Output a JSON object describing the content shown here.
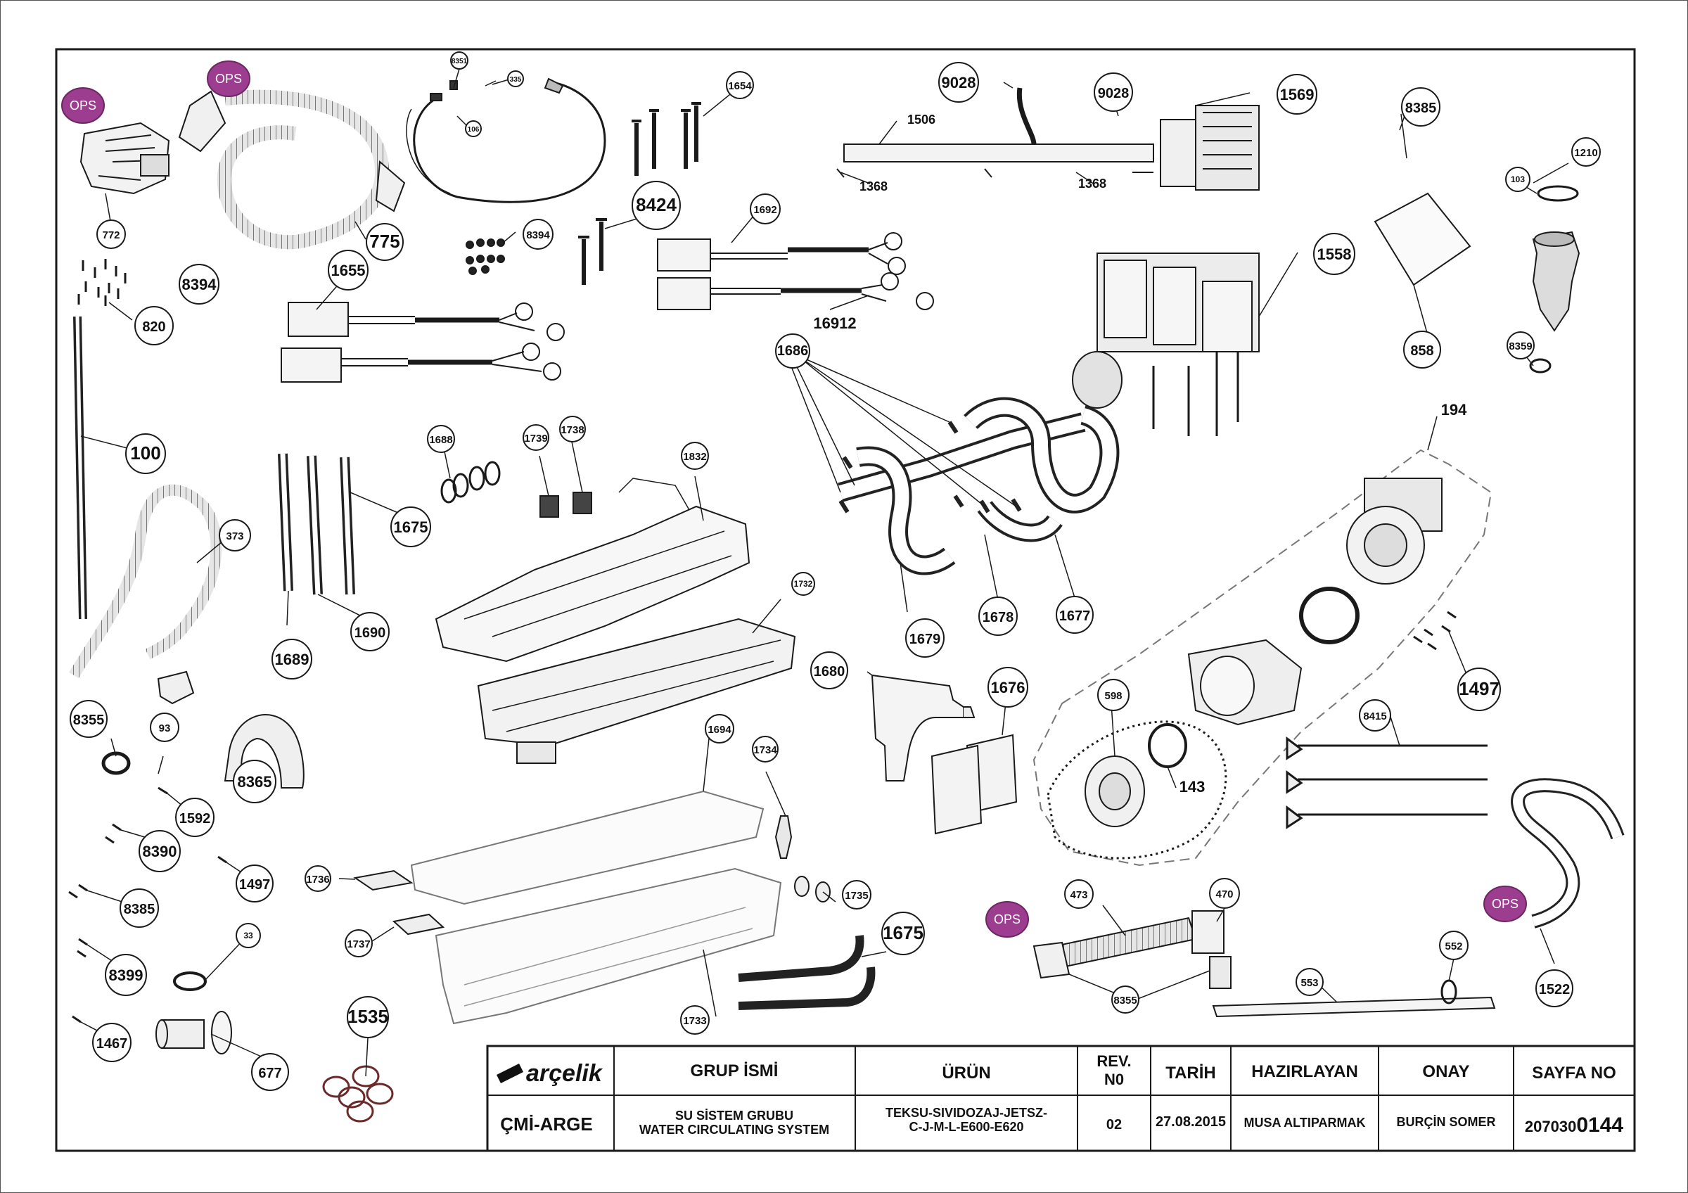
{
  "ops_label": "OPS",
  "callouts": [
    {
      "id": "c772",
      "label": "772"
    },
    {
      "id": "c775",
      "label": "775"
    },
    {
      "id": "c8351",
      "label": "8351"
    },
    {
      "id": "c335",
      "label": "335"
    },
    {
      "id": "c106",
      "label": "106"
    },
    {
      "id": "c1654",
      "label": "1654"
    },
    {
      "id": "c8424",
      "label": "8424"
    },
    {
      "id": "c8394a",
      "label": "8394"
    },
    {
      "id": "c8394b",
      "label": "8394"
    },
    {
      "id": "c1692",
      "label": "1692"
    },
    {
      "id": "c16912",
      "label": "16912"
    },
    {
      "id": "c1655",
      "label": "1655"
    },
    {
      "id": "c820",
      "label": "820"
    },
    {
      "id": "c100",
      "label": "100"
    },
    {
      "id": "c373",
      "label": "373"
    },
    {
      "id": "c93",
      "label": "93"
    },
    {
      "id": "c8355a",
      "label": "8355"
    },
    {
      "id": "c8365",
      "label": "8365"
    },
    {
      "id": "c1592",
      "label": "1592"
    },
    {
      "id": "c8390",
      "label": "8390"
    },
    {
      "id": "c1497a",
      "label": "1497"
    },
    {
      "id": "c8385a",
      "label": "8385"
    },
    {
      "id": "c33",
      "label": "33"
    },
    {
      "id": "c8399",
      "label": "8399"
    },
    {
      "id": "c1467",
      "label": "1467"
    },
    {
      "id": "c677",
      "label": "677"
    },
    {
      "id": "c1535",
      "label": "1535"
    },
    {
      "id": "c1689",
      "label": "1689"
    },
    {
      "id": "c1690",
      "label": "1690"
    },
    {
      "id": "c1675a",
      "label": "1675"
    },
    {
      "id": "c1688",
      "label": "1688"
    },
    {
      "id": "c1739",
      "label": "1739"
    },
    {
      "id": "c1738",
      "label": "1738"
    },
    {
      "id": "c1832",
      "label": "1832"
    },
    {
      "id": "c1732",
      "label": "1732"
    },
    {
      "id": "c1694",
      "label": "1694"
    },
    {
      "id": "c1734",
      "label": "1734"
    },
    {
      "id": "c1736",
      "label": "1736"
    },
    {
      "id": "c1737",
      "label": "1737"
    },
    {
      "id": "c1735",
      "label": "1735"
    },
    {
      "id": "c1733",
      "label": "1733"
    },
    {
      "id": "c1675b",
      "label": "1675"
    },
    {
      "id": "c9028a",
      "label": "9028"
    },
    {
      "id": "c9028b",
      "label": "9028"
    },
    {
      "id": "c1569",
      "label": "1569"
    },
    {
      "id": "c1506",
      "label": "1506"
    },
    {
      "id": "c1368a",
      "label": "1368"
    },
    {
      "id": "c1368b",
      "label": "1368"
    },
    {
      "id": "c8385b",
      "label": "8385"
    },
    {
      "id": "c1210",
      "label": "1210"
    },
    {
      "id": "c103",
      "label": "103"
    },
    {
      "id": "c858",
      "label": "858"
    },
    {
      "id": "c8359",
      "label": "8359"
    },
    {
      "id": "c1558",
      "label": "1558"
    },
    {
      "id": "c1686",
      "label": "1686"
    },
    {
      "id": "c1679",
      "label": "1679"
    },
    {
      "id": "c1678",
      "label": "1678"
    },
    {
      "id": "c1677",
      "label": "1677"
    },
    {
      "id": "c194",
      "label": "194"
    },
    {
      "id": "c1497b",
      "label": "1497"
    },
    {
      "id": "c1680",
      "label": "1680"
    },
    {
      "id": "c1676",
      "label": "1676"
    },
    {
      "id": "c598",
      "label": "598"
    },
    {
      "id": "c143",
      "label": "143"
    },
    {
      "id": "c8415",
      "label": "8415"
    },
    {
      "id": "c473",
      "label": "473"
    },
    {
      "id": "c470",
      "label": "470"
    },
    {
      "id": "c8355b",
      "label": "8355"
    },
    {
      "id": "c552",
      "label": "552"
    },
    {
      "id": "c553",
      "label": "553"
    },
    {
      "id": "c1522",
      "label": "1522"
    }
  ],
  "title_block": {
    "logo_text": "arçelik",
    "dept": "ÇMİ-ARGE",
    "headers": {
      "group": "GRUP İSMİ",
      "product": "ÜRÜN",
      "rev": "REV. N0",
      "date": "TARİH",
      "prepared": "HAZIRLAYAN",
      "approval": "ONAY",
      "page": "SAYFA NO"
    },
    "group_line1": "SU SİSTEM GRUBU",
    "group_line2": "WATER CIRCULATING SYSTEM",
    "product_line1": "TEKSU-SIVIDOZAJ-JETSZ-",
    "product_line2": "C-J-M-L-E600-E620",
    "rev": "02",
    "date": "27.08.2015",
    "prepared": "MUSA ALTIPARMAK",
    "approval": "BURÇİN SOMER",
    "page_prefix": "207030",
    "page_suffix": "0144"
  },
  "colors": {
    "line": "#1a1a1a",
    "ops_fill": "#9c3d8f",
    "ops_stroke": "#6b2761",
    "ops_text": "#ffffff",
    "part_fill": "#f4f4f4",
    "hose_fill": "#d8d8d8"
  }
}
